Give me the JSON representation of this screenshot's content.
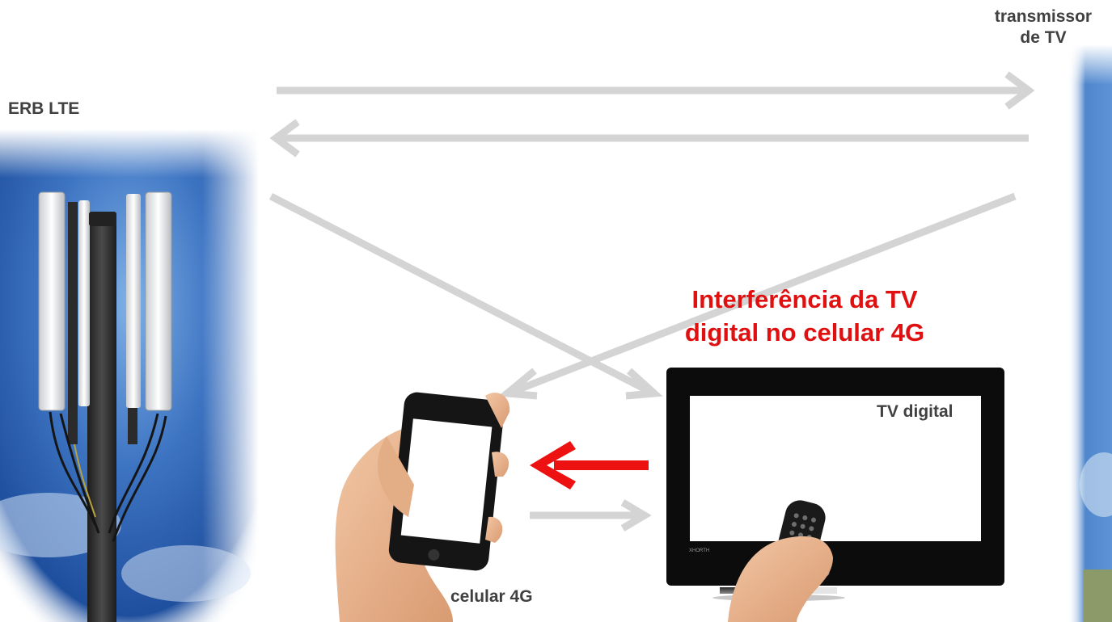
{
  "labels": {
    "erb": "ERB LTE",
    "transmitter_line1": "transmissor",
    "transmitter_line2": "de TV",
    "phone": "celular 4G",
    "tv": "TV digital",
    "tv_brand": "XHORTH"
  },
  "title": {
    "line1": "Interferência da TV",
    "line2": "digital no celular 4G"
  },
  "colors": {
    "arrow_gray": "#d4d4d4",
    "arrow_red": "#ee1111",
    "title_red": "#e01010",
    "label_gray": "#404040",
    "sky_blue": "#2f64b0"
  }
}
